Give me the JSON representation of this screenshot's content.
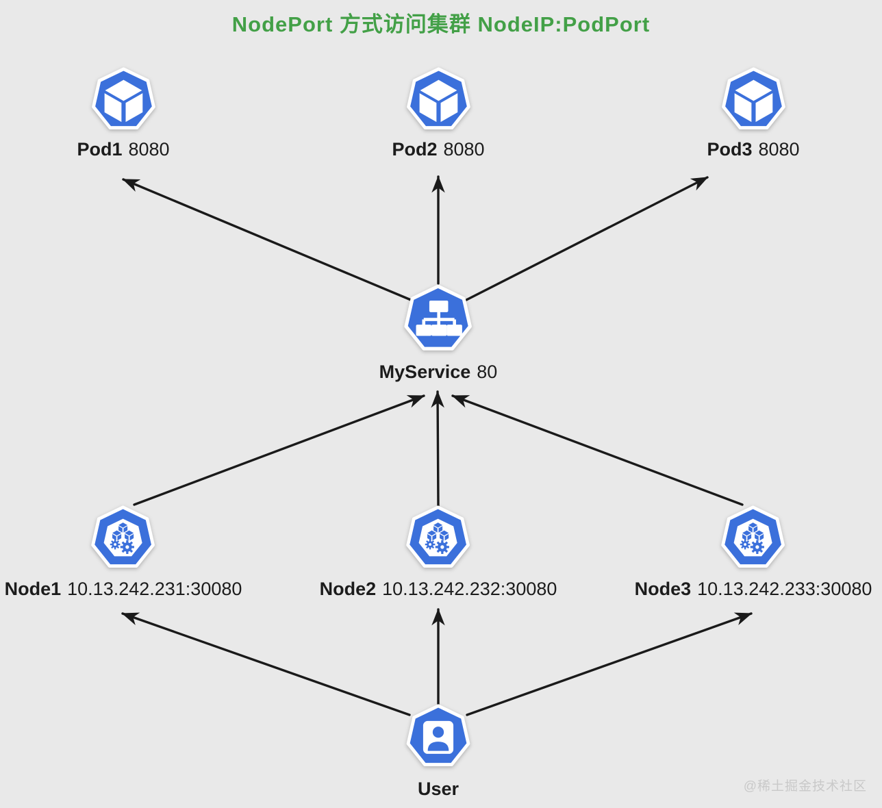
{
  "title": "NodePort 方式访问集群 NodeIP:PodPort",
  "watermark": "@稀土掘金技术社区",
  "colors": {
    "accent_blue": "#3B70DB",
    "title_green": "#43A047",
    "background": "#E9E9E9",
    "arrow": "#1A1A1A",
    "label": "#1C1C1C",
    "watermark_gray": "#C9C9C9"
  },
  "diagram": {
    "pods": [
      {
        "name": "Pod1",
        "port": "8080",
        "icon": "pod-cube-icon"
      },
      {
        "name": "Pod2",
        "port": "8080",
        "icon": "pod-cube-icon"
      },
      {
        "name": "Pod3",
        "port": "8080",
        "icon": "pod-cube-icon"
      }
    ],
    "service": {
      "name": "MyService",
      "port": "80",
      "icon": "service-sitemap-icon"
    },
    "nodes": [
      {
        "name": "Node1",
        "address": "10.13.242.231:30080",
        "icon": "node-cubes-gears-icon"
      },
      {
        "name": "Node2",
        "address": "10.13.242.232:30080",
        "icon": "node-cubes-gears-icon"
      },
      {
        "name": "Node3",
        "address": "10.13.242.233:30080",
        "icon": "node-cubes-gears-icon"
      }
    ],
    "user": {
      "name": "User",
      "icon": "user-person-icon"
    },
    "connections": [
      "MyService -> Pod1",
      "MyService -> Pod2",
      "MyService -> Pod3",
      "Node1 -> MyService",
      "Node2 -> MyService",
      "Node3 -> MyService",
      "User -> Node1",
      "User -> Node2",
      "User -> Node3"
    ]
  }
}
